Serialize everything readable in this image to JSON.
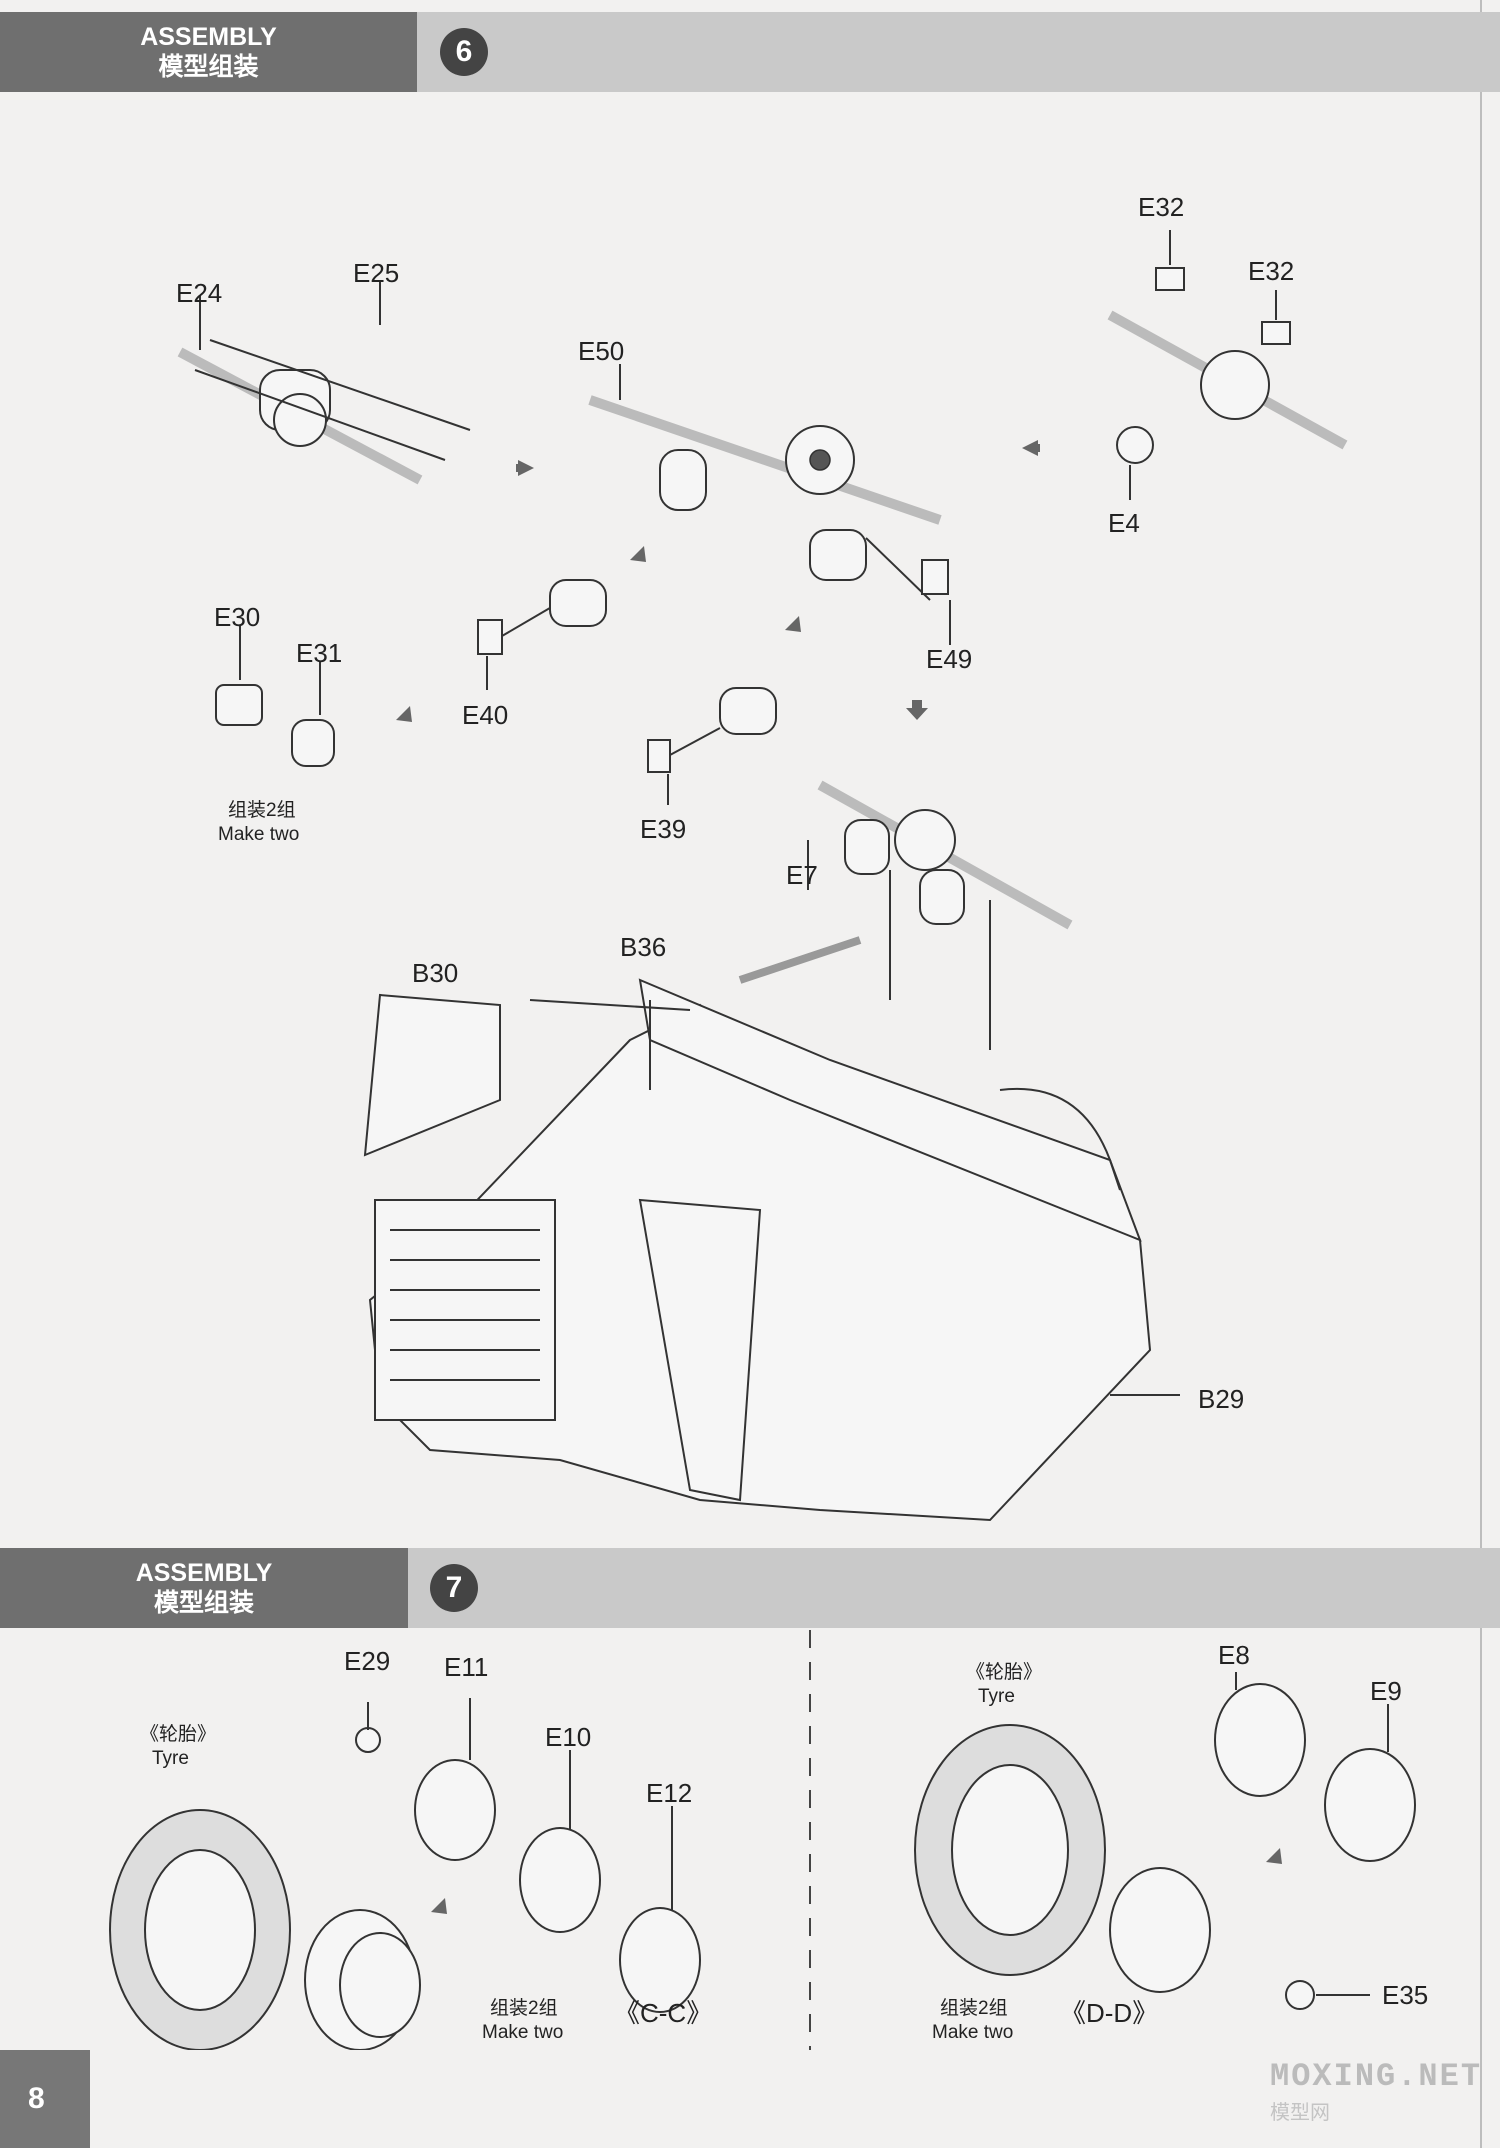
{
  "step6": {
    "title_en": "ASSEMBLY",
    "title_cn": "模型组装",
    "number": "6"
  },
  "step7": {
    "title_en": "ASSEMBLY",
    "title_cn": "模型组装",
    "number": "7"
  },
  "labels6": {
    "e24": "E24",
    "e25": "E25",
    "e50": "E50",
    "e32a": "E32",
    "e32b": "E32",
    "e4": "E4",
    "e30": "E30",
    "e31": "E31",
    "e40": "E40",
    "e39": "E39",
    "e49": "E49",
    "e7": "E7",
    "b30": "B30",
    "b36": "B36",
    "b29": "B29",
    "make_two_cn": "组装2组",
    "make_two_en": "Make two"
  },
  "labels7": {
    "e29": "E29",
    "e11": "E11",
    "e10": "E10",
    "e12": "E12",
    "e8": "E8",
    "e9": "E9",
    "e35": "E35",
    "tyre_cn_left": "《轮胎》",
    "tyre_en_left": "Tyre",
    "tyre_cn_right": "《轮胎》",
    "tyre_en_right": "Tyre",
    "make_two_cn_left": "组装2组",
    "make_two_en_left": "Make two",
    "make_two_cn_right": "组装2组",
    "make_two_en_right": "Make two",
    "cc": "《C-C》",
    "dd": "《D-D》"
  },
  "page_number": "8",
  "watermark": {
    "main": "MOXING.NET",
    "sub": "模型网"
  }
}
